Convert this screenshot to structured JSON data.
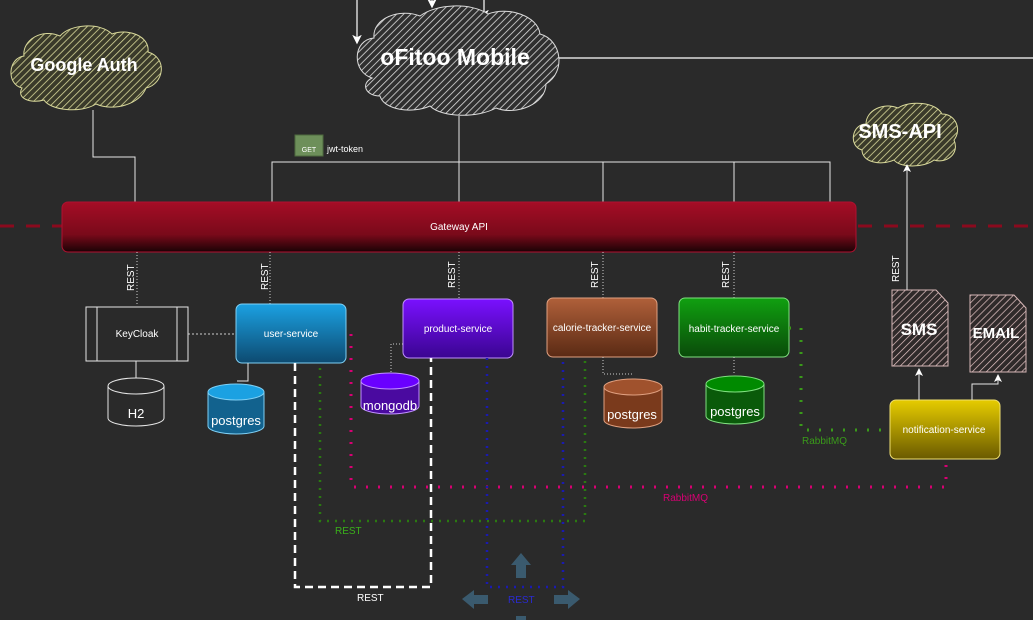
{
  "clouds": {
    "google_auth": "Google Auth",
    "ofitoo_mobile": "oFitoo Mobile",
    "sms_api": "SMS-API"
  },
  "gateway": {
    "label": "Gateway API",
    "get_badge": "GET",
    "jwt_label": "jwt-token"
  },
  "services": {
    "keycloak": "KeyCloak",
    "user": "user-service",
    "product": "product-service",
    "calorie": "calorie-tracker-service",
    "habit": "habit-tracker-service",
    "notification": "notification-service"
  },
  "databases": {
    "h2": "H2",
    "user_db": "postgres",
    "product_db": "mongodb",
    "calorie_db": "postgres",
    "habit_db": "postgres"
  },
  "documents": {
    "sms": "SMS",
    "email": "EMAIL"
  },
  "edge_labels": {
    "rest": "REST",
    "rabbitmq": "RabbitMQ"
  },
  "colors": {
    "background": "#2a2a2a",
    "gateway": "#8b0a1e",
    "user_service": "#1ba1e2",
    "product_service": "#6a00ff",
    "calorie_service": "#a0522d",
    "habit_service": "#008a00",
    "notification_service": "#e3c800",
    "rabbitmq_pink": "#d80073",
    "rabbitmq_green": "#3a8a1a",
    "rest_blue": "#1a1ab0"
  }
}
